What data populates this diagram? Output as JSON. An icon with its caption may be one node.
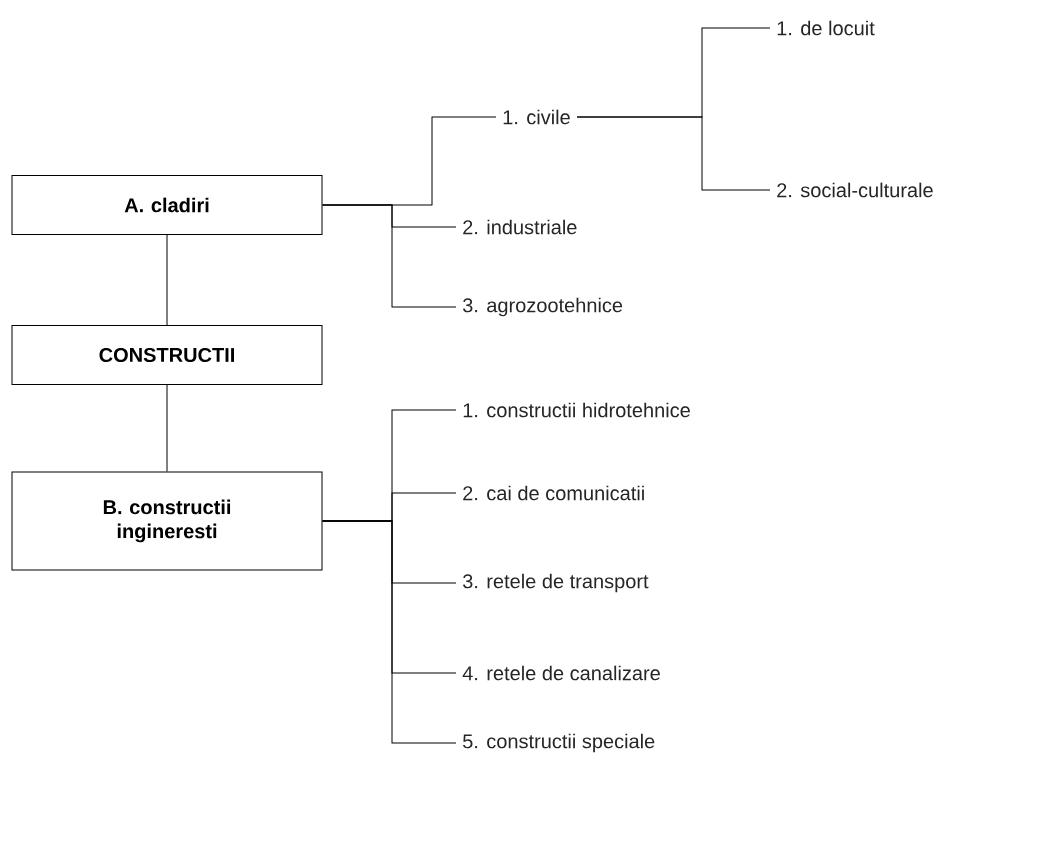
{
  "diagram": {
    "nodes": [
      {
        "text": [
          "A. cladiri"
        ]
      },
      {
        "text": [
          "CONSTRUCTII"
        ]
      },
      {
        "text": [
          "B. constructii ingineresti"
        ]
      },
      {
        "text": [
          "1. civile"
        ]
      },
      {
        "text": [
          "2. industriale"
        ]
      },
      {
        "text": [
          "3. agrozootehnice"
        ]
      },
      {
        "text": [
          "1. de locuit"
        ]
      },
      {
        "text": [
          "2. social-culturale"
        ]
      },
      {
        "text": [
          "1. constructii hidrotehnice"
        ]
      },
      {
        "text": [
          "2. cai de comunicatii"
        ]
      },
      {
        "text": [
          "3. retele de transport"
        ]
      },
      {
        "text": [
          "4. retele de canalizare"
        ]
      },
      {
        "text": [
          "5. constructii speciale"
        ]
      }
    ],
    "edges": [
      {
        "from": 1,
        "to": 0,
        "arrow": "none"
      },
      {
        "from": 1,
        "to": 2,
        "arrow": "none"
      },
      {
        "from": 0,
        "to": 3,
        "arrow": "none"
      },
      {
        "from": 0,
        "to": 4,
        "arrow": "none"
      },
      {
        "from": 0,
        "to": 5,
        "arrow": "none"
      },
      {
        "from": 3,
        "to": 6,
        "arrow": "none"
      },
      {
        "from": 3,
        "to": 7,
        "arrow": "none"
      },
      {
        "from": 2,
        "to": 8,
        "arrow": "none"
      },
      {
        "from": 2,
        "to": 9,
        "arrow": "none"
      },
      {
        "from": 2,
        "to": 10,
        "arrow": "none"
      },
      {
        "from": 2,
        "to": 11,
        "arrow": "none"
      },
      {
        "from": 2,
        "to": 12,
        "arrow": "none"
      }
    ]
  }
}
